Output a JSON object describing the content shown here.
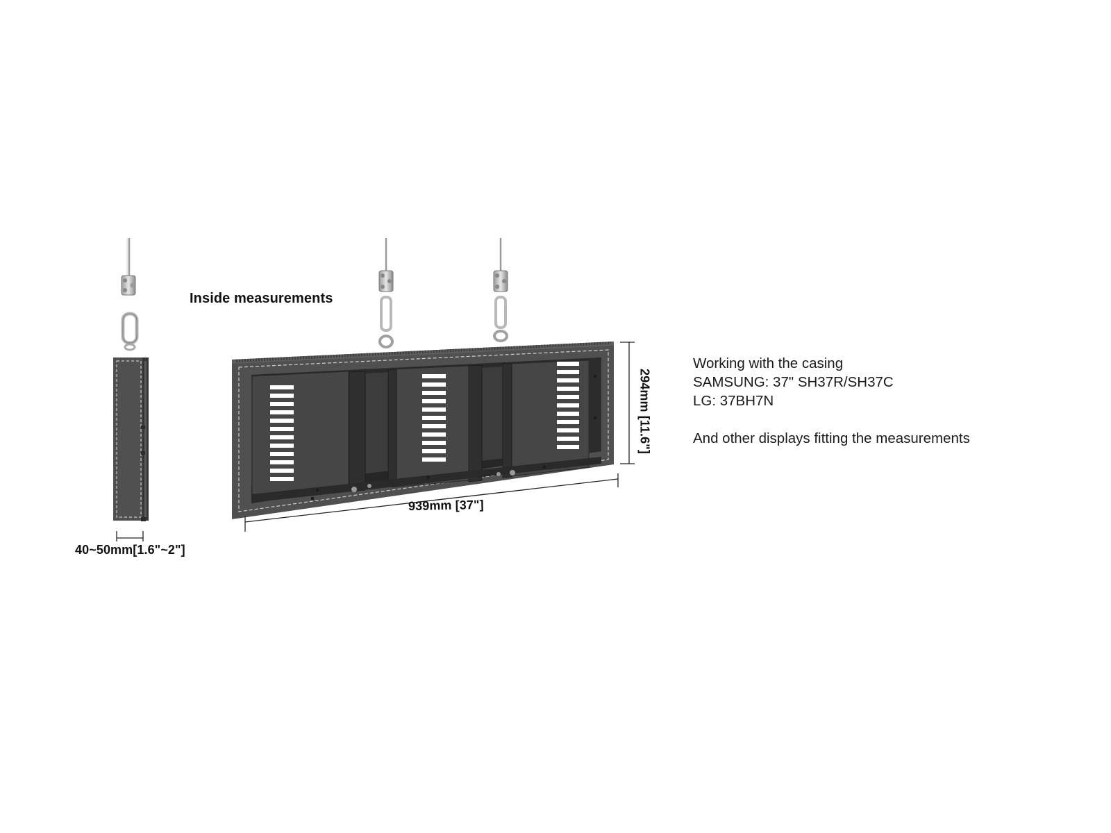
{
  "title": "Inside measurements",
  "dimensions": {
    "width": "939mm [37\"]",
    "height": "294mm [11.6\"]",
    "depth": "40~50mm[1.6\"~2\"]"
  },
  "compatibility": {
    "heading": "Working with the casing",
    "samsung": "SAMSUNG: 37\" SH37R/SH37C",
    "lg": "LG: 37BH7N",
    "note": "And other displays fitting the measurements"
  },
  "colors": {
    "casing": "#505050",
    "casing_dark": "#2e2e2e",
    "interior": "#3c3c3c",
    "cutout": "#ffffff",
    "hardware": "#c8c8c8"
  }
}
